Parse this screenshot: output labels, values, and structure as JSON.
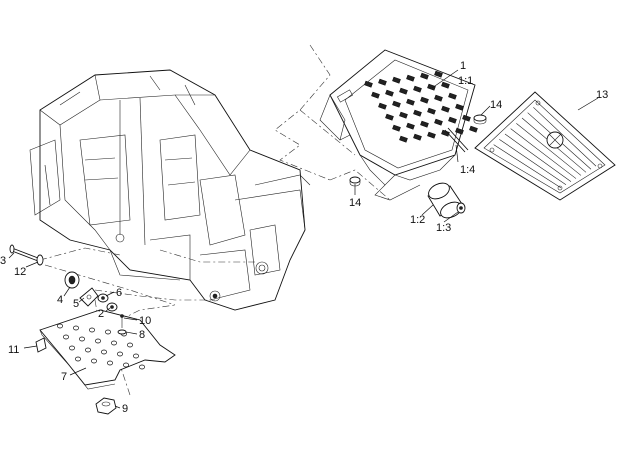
{
  "callouts": [
    {
      "id": "c1",
      "text": "1"
    },
    {
      "id": "c1_1",
      "text": "1:1"
    },
    {
      "id": "c14a",
      "text": "14"
    },
    {
      "id": "c13",
      "text": "13"
    },
    {
      "id": "c1_4",
      "text": "1:4"
    },
    {
      "id": "c14b",
      "text": "14"
    },
    {
      "id": "c1_2",
      "text": "1:2"
    },
    {
      "id": "c1_3",
      "text": "1:3"
    },
    {
      "id": "c3",
      "text": "3"
    },
    {
      "id": "c12",
      "text": "12"
    },
    {
      "id": "c4",
      "text": "4"
    },
    {
      "id": "c5",
      "text": "5"
    },
    {
      "id": "c6",
      "text": "6"
    },
    {
      "id": "c2",
      "text": "2"
    },
    {
      "id": "c10",
      "text": "10"
    },
    {
      "id": "c8",
      "text": "8"
    },
    {
      "id": "c11",
      "text": "11"
    },
    {
      "id": "c7",
      "text": "7"
    },
    {
      "id": "c9",
      "text": "9"
    }
  ]
}
